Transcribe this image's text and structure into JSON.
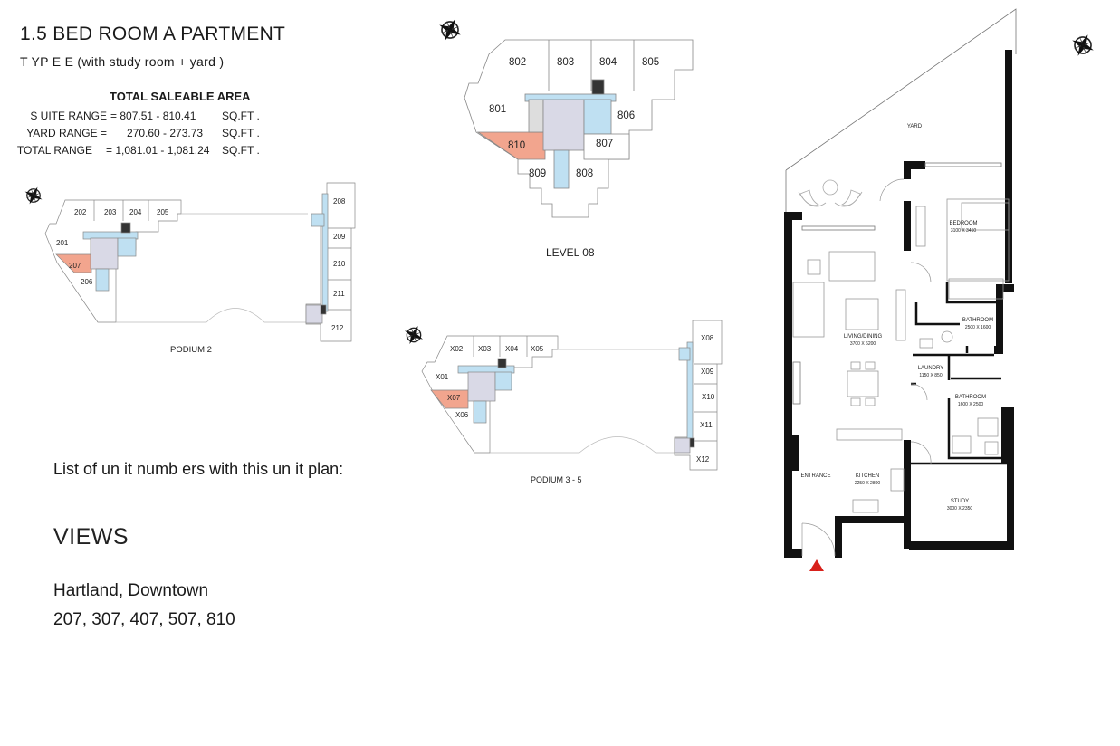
{
  "header": {
    "title": "1.5 BED ROOM A PARTMENT",
    "subtitle": "T YP E E   (with study room + yard   )"
  },
  "area": {
    "title": "TOTAL SALEABLE AREA",
    "rows": [
      {
        "label": "S UITE RANGE",
        "value": "= 807.51 - 810.41",
        "unit": "SQ.FT ."
      },
      {
        "label": "YARD RANGE =",
        "value": "270.60 - 273.73",
        "unit": "SQ.FT ."
      },
      {
        "label": "TOTAL RANGE",
        "value": "= 1,081.01 - 1,081.24",
        "unit": "SQ.FT ."
      }
    ]
  },
  "keyplans": {
    "podium2": {
      "label": "PODIUM 2",
      "units": [
        "202",
        "203",
        "204",
        "205",
        "201",
        "207",
        "206",
        "208",
        "209",
        "210",
        "211",
        "212"
      ]
    },
    "level08": {
      "label": "LEVEL 08",
      "units": [
        "802",
        "803",
        "804",
        "805",
        "801",
        "806",
        "810",
        "807",
        "809",
        "808"
      ]
    },
    "podium35": {
      "label": "PODIUM 3 - 5",
      "units": [
        "X02",
        "X03",
        "X04",
        "X05",
        "X01",
        "X07",
        "X06",
        "X08",
        "X09",
        "X10",
        "X11",
        "X12"
      ]
    }
  },
  "floorplan": {
    "rooms": {
      "yard": "YARD",
      "bedroom": "BEDROOM",
      "bedroom_dim": "3100 X 3450",
      "bathroom1": "BATHROOM",
      "bathroom1_dim": "2500 X 1600",
      "living": "LIVING/DINING",
      "living_dim": "3700 X 6200",
      "laundry": "LAUNDRY",
      "laundry_dim": "1150 X 850",
      "bathroom2": "BATHROOM",
      "bathroom2_dim": "1600 X 2500",
      "entrance": "ENTRANCE",
      "kitchen": "KITCHEN",
      "kitchen_dim": "2250 X 2800",
      "study": "STUDY",
      "study_dim": "3000 X 2350"
    }
  },
  "list_label": "List of un  it numb ers with this un   it plan:",
  "views": {
    "title": "VIEWS",
    "text": "Hartland, Downtown",
    "units": "207, 307, 407, 507, 810"
  },
  "colors": {
    "highlight": "#f2a58e",
    "core": "#bfe0f2",
    "stair": "#d9d9e6",
    "wall": "#111111"
  }
}
